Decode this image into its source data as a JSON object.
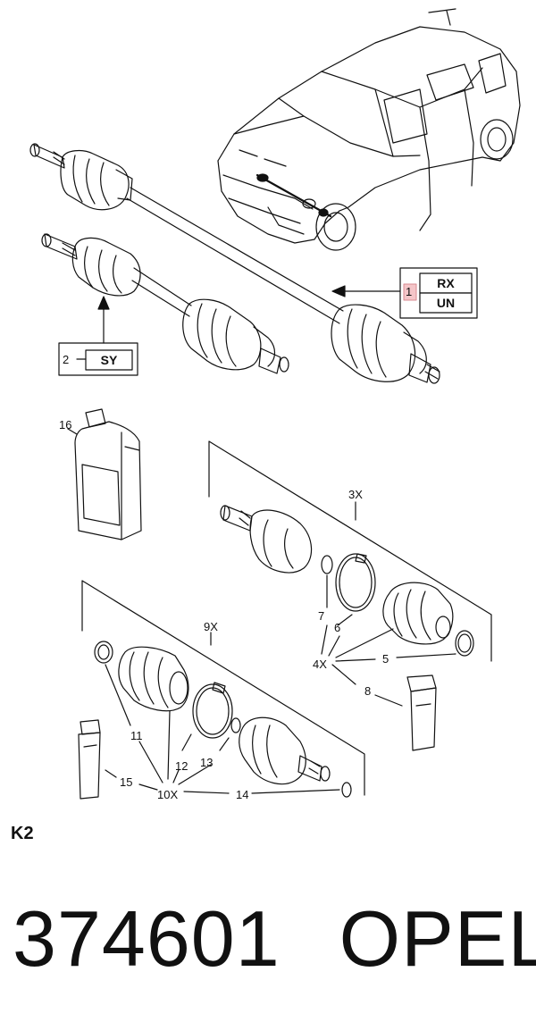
{
  "diagram": {
    "callouts": {
      "c1": "1",
      "c2": "2",
      "c3x": "3X",
      "c4x": "4X",
      "c5": "5",
      "c6": "6",
      "c7": "7",
      "c8": "8",
      "c9x": "9X",
      "c10x": "10X",
      "c11": "11",
      "c12": "12",
      "c13": "13",
      "c14": "14",
      "c15": "15",
      "c16": "16"
    },
    "boxes": {
      "rx": "RX",
      "un": "UN",
      "sy": "SY"
    }
  },
  "section_code": "K2",
  "footer": {
    "part_number": "374601",
    "brand": "OPEL"
  },
  "colors": {
    "highlight_box": "#f4c5c8",
    "line": "#111111"
  }
}
